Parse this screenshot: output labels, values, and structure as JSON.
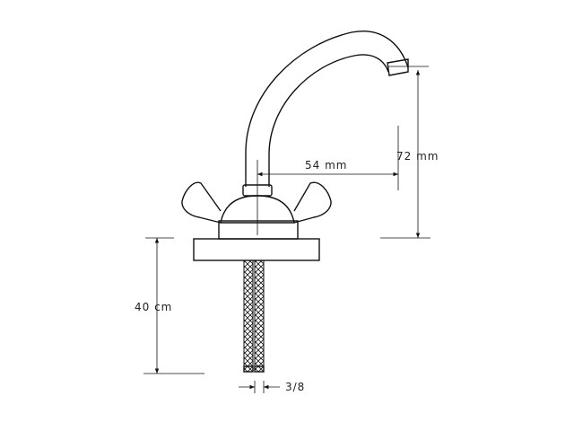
{
  "dimensions": {
    "horizontal_reach": "54 mm",
    "spout_height": "72 mm",
    "hose_length": "40 cm",
    "thread_size": "3/8"
  }
}
